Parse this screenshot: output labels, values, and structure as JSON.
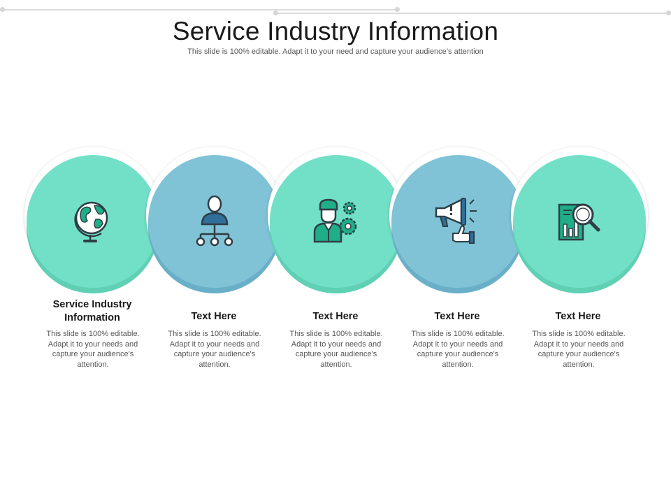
{
  "slide": {
    "title": "Service Industry Information",
    "subtitle": "This slide is 100% editable. Adapt it to your need and capture your audience’s attention"
  },
  "items": [
    {
      "heading": "Service Industry Information",
      "body": "This slide is 100% editable. Adapt it to your needs and capture your audience's attention.",
      "icon": "globe-icon",
      "color": "#72e0c7"
    },
    {
      "heading": "Text Here",
      "body": "This slide is 100% editable. Adapt it to your needs and capture your audience's attention.",
      "icon": "org-chart-person-icon",
      "color": "#80c2d6"
    },
    {
      "heading": "Text Here",
      "body": "This slide is 100% editable. Adapt it to your needs and capture your audience's attention.",
      "icon": "person-gears-icon",
      "color": "#72e0c7"
    },
    {
      "heading": "Text Here",
      "body": "This slide is 100% editable. Adapt it to your needs and capture your audience's attention.",
      "icon": "megaphone-thumbs-up-icon",
      "color": "#80c2d6"
    },
    {
      "heading": "Text Here",
      "body": "This slide is 100% editable. Adapt it to your needs and capture your audience's attention.",
      "icon": "report-magnifier-icon",
      "color": "#72e0c7"
    }
  ],
  "colors": {
    "green": "#72e0c7",
    "blue": "#80c2d6",
    "icon_dark": "#2f3e46",
    "icon_fill": "#1fae87"
  }
}
